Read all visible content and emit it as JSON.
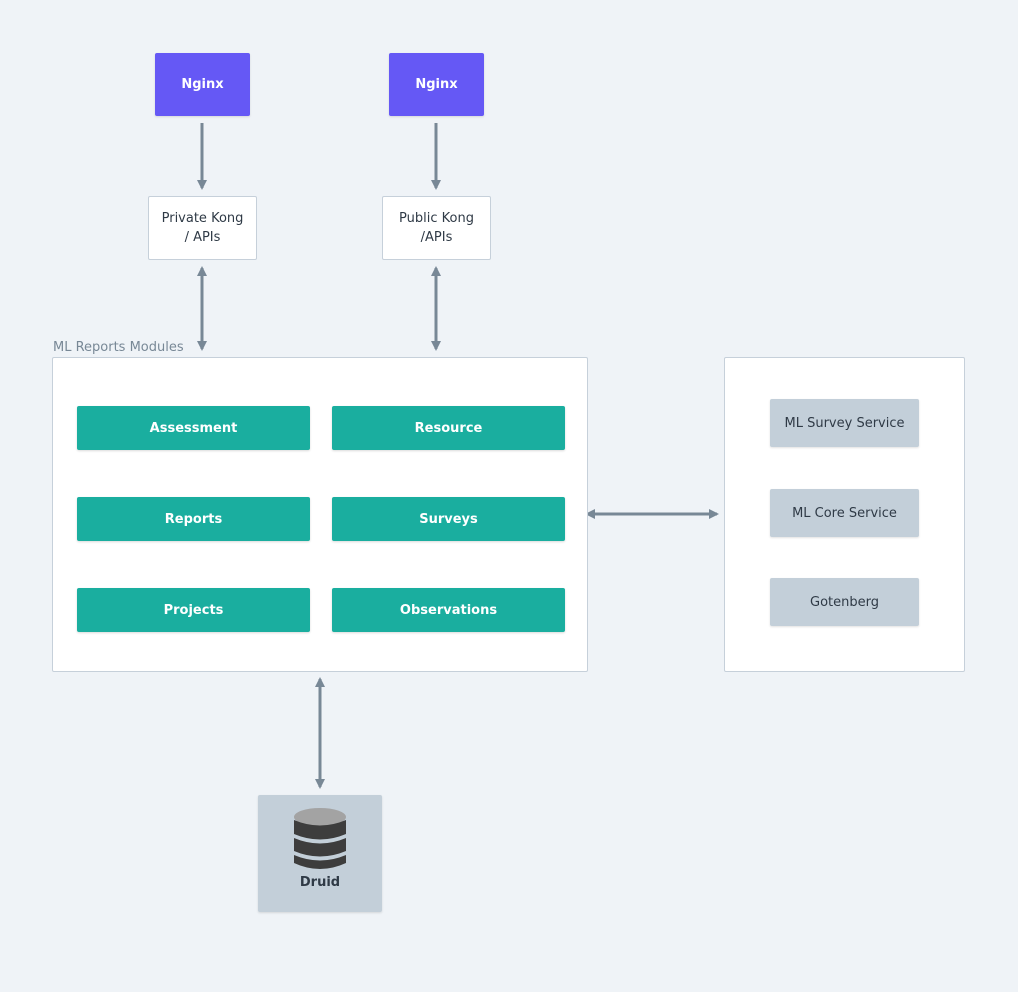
{
  "nodes": {
    "nginx_left": "Nginx",
    "nginx_right": "Nginx",
    "private_kong": "Private Kong\n/ APIs",
    "public_kong": "Public Kong\n/APIs"
  },
  "modules_group": {
    "label": "ML Reports Modules",
    "modules": [
      "Assessment",
      "Resource",
      "Reports",
      "Surveys",
      "Projects",
      "Observations"
    ]
  },
  "services": [
    "ML Survey Service",
    "ML Core Service",
    "Gotenberg"
  ],
  "database": {
    "label": "Druid",
    "icon": "database-icon"
  },
  "colors": {
    "nginx": "#6558f5",
    "module": "#1aae9f",
    "service": "#c3cfd9",
    "arrow": "#788896",
    "background": "#eff3f7"
  }
}
